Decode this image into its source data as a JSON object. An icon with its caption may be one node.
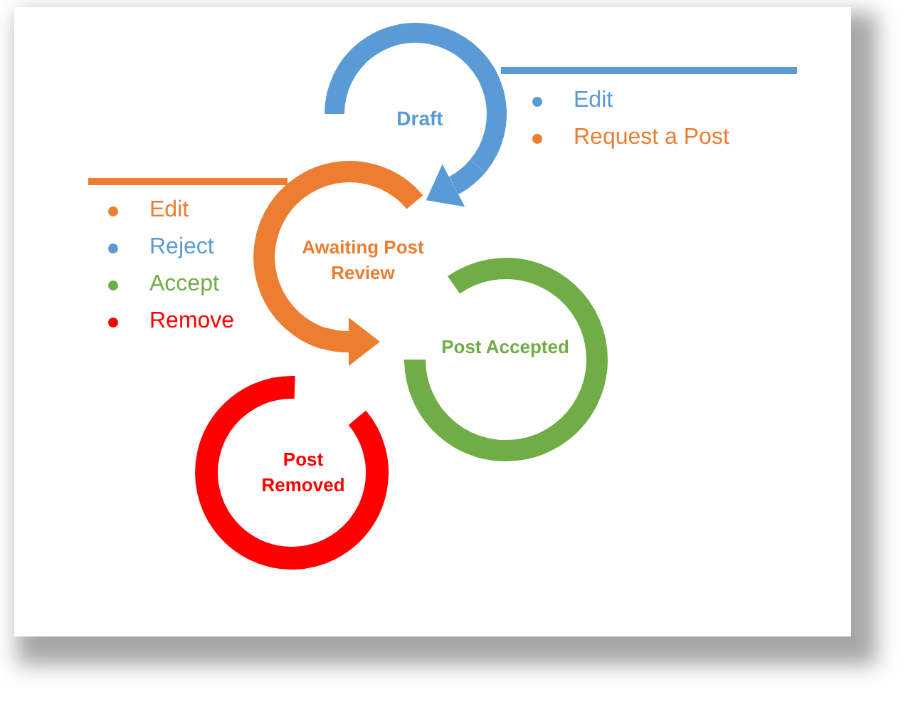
{
  "diagram": {
    "nodes": [
      {
        "text": [
          "Draft"
        ],
        "beside": [
          "Edit",
          "Request a Post"
        ]
      },
      {
        "text": [
          "Awaiting Post Review"
        ],
        "beside": [
          "Edit",
          "Reject",
          "Accept",
          "Remove"
        ]
      },
      {
        "text": [
          "Post Accepted"
        ]
      },
      {
        "text": [
          "Post Removed"
        ]
      }
    ],
    "edges": [
      {
        "from": 0,
        "to": 1,
        "arrow": "to",
        "color": "#5b9bd5"
      },
      {
        "from": 1,
        "to": 2,
        "arrow": "to",
        "color": "#ed7d31"
      }
    ]
  }
}
